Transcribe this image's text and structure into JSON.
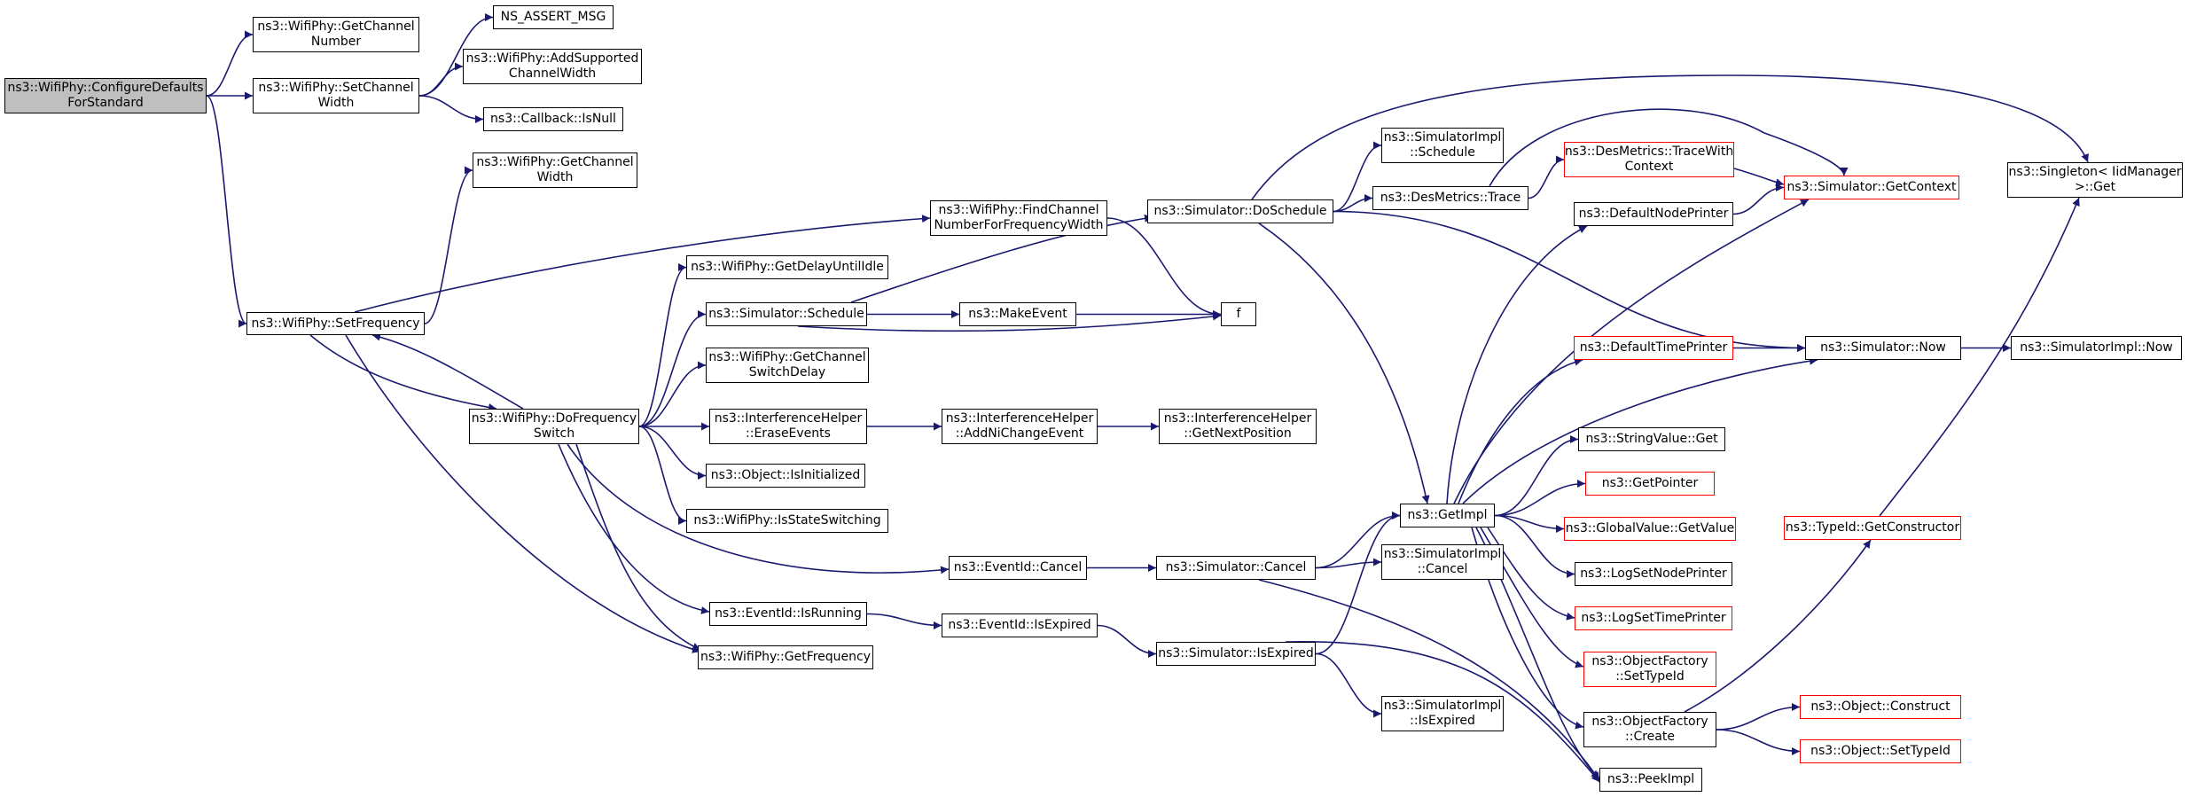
{
  "diagram": {
    "nodes": [
      {
        "id": "configure",
        "lines": [
          "ns3::WifiPhy::ConfigureDefaults",
          "ForStandard"
        ],
        "style": "root"
      },
      {
        "id": "getchnum",
        "lines": [
          "ns3::WifiPhy::GetChannel",
          "Number"
        ],
        "style": "normal"
      },
      {
        "id": "setchw",
        "lines": [
          "ns3::WifiPhy::SetChannel",
          "Width"
        ],
        "style": "normal"
      },
      {
        "id": "assert",
        "lines": [
          "NS_ASSERT_MSG"
        ],
        "style": "normal"
      },
      {
        "id": "addsup",
        "lines": [
          "ns3::WifiPhy::AddSupported",
          "ChannelWidth"
        ],
        "style": "normal"
      },
      {
        "id": "cbnull",
        "lines": [
          "ns3::Callback::IsNull"
        ],
        "style": "normal"
      },
      {
        "id": "getchw",
        "lines": [
          "ns3::WifiPhy::GetChannel",
          "Width"
        ],
        "style": "normal"
      },
      {
        "id": "setfreq",
        "lines": [
          "ns3::WifiPhy::SetFrequency"
        ],
        "style": "normal"
      },
      {
        "id": "findch",
        "lines": [
          "ns3::WifiPhy::FindChannel",
          "NumberForFrequencyWidth"
        ],
        "style": "normal"
      },
      {
        "id": "getdelay",
        "lines": [
          "ns3::WifiPhy::GetDelayUntilIdle"
        ],
        "style": "normal"
      },
      {
        "id": "simsched",
        "lines": [
          "ns3::Simulator::Schedule"
        ],
        "style": "normal"
      },
      {
        "id": "makeevent",
        "lines": [
          "ns3::MakeEvent"
        ],
        "style": "normal"
      },
      {
        "id": "f",
        "lines": [
          "f"
        ],
        "style": "normal"
      },
      {
        "id": "doschedule",
        "lines": [
          "ns3::Simulator::DoSchedule"
        ],
        "style": "normal"
      },
      {
        "id": "simimplsched",
        "lines": [
          "ns3::SimulatorImpl",
          "::Schedule"
        ],
        "style": "normal"
      },
      {
        "id": "destrace",
        "lines": [
          "ns3::DesMetrics::Trace"
        ],
        "style": "normal"
      },
      {
        "id": "destracectx",
        "lines": [
          "ns3::DesMetrics::TraceWith",
          "Context"
        ],
        "style": "red"
      },
      {
        "id": "getctx",
        "lines": [
          "ns3::Simulator::GetContext"
        ],
        "style": "red"
      },
      {
        "id": "singleton",
        "lines": [
          "ns3::Singleton< IidManager",
          ">::Get"
        ],
        "style": "normal"
      },
      {
        "id": "defnode",
        "lines": [
          "ns3::DefaultNodePrinter"
        ],
        "style": "normal"
      },
      {
        "id": "getchsw",
        "lines": [
          "ns3::WifiPhy::GetChannel",
          "SwitchDelay"
        ],
        "style": "normal"
      },
      {
        "id": "dofreqsw",
        "lines": [
          "ns3::WifiPhy::DoFrequency",
          "Switch"
        ],
        "style": "normal"
      },
      {
        "id": "erase",
        "lines": [
          "ns3::InterferenceHelper",
          "::EraseEvents"
        ],
        "style": "normal"
      },
      {
        "id": "addni",
        "lines": [
          "ns3::InterferenceHelper",
          "::AddNiChangeEvent"
        ],
        "style": "normal"
      },
      {
        "id": "getnext",
        "lines": [
          "ns3::InterferenceHelper",
          "::GetNextPosition"
        ],
        "style": "normal"
      },
      {
        "id": "deftime",
        "lines": [
          "ns3::DefaultTimePrinter"
        ],
        "style": "red"
      },
      {
        "id": "simnow",
        "lines": [
          "ns3::Simulator::Now"
        ],
        "style": "normal"
      },
      {
        "id": "simimplnow",
        "lines": [
          "ns3::SimulatorImpl::Now"
        ],
        "style": "normal"
      },
      {
        "id": "objinit",
        "lines": [
          "ns3::Object::IsInitialized"
        ],
        "style": "normal"
      },
      {
        "id": "strget",
        "lines": [
          "ns3::StringValue::Get"
        ],
        "style": "normal"
      },
      {
        "id": "getimpl",
        "lines": [
          "ns3::GetImpl"
        ],
        "style": "normal"
      },
      {
        "id": "getptr",
        "lines": [
          "ns3::GetPointer"
        ],
        "style": "red"
      },
      {
        "id": "stsw",
        "lines": [
          "ns3::WifiPhy::IsStateSwitching"
        ],
        "style": "normal"
      },
      {
        "id": "gvget",
        "lines": [
          "ns3::GlobalValue::GetValue"
        ],
        "style": "red"
      },
      {
        "id": "getctor",
        "lines": [
          "ns3::TypeId::GetConstructor"
        ],
        "style": "red"
      },
      {
        "id": "evcancel",
        "lines": [
          "ns3::EventId::Cancel"
        ],
        "style": "normal"
      },
      {
        "id": "simcancel",
        "lines": [
          "ns3::Simulator::Cancel"
        ],
        "style": "normal"
      },
      {
        "id": "simimplcancel",
        "lines": [
          "ns3::SimulatorImpl",
          "::Cancel"
        ],
        "style": "normal"
      },
      {
        "id": "lognode",
        "lines": [
          "ns3::LogSetNodePrinter"
        ],
        "style": "normal"
      },
      {
        "id": "evrunning",
        "lines": [
          "ns3::EventId::IsRunning"
        ],
        "style": "normal"
      },
      {
        "id": "logtime",
        "lines": [
          "ns3::LogSetTimePrinter"
        ],
        "style": "red"
      },
      {
        "id": "evexpired",
        "lines": [
          "ns3::EventId::IsExpired"
        ],
        "style": "normal"
      },
      {
        "id": "getfreq",
        "lines": [
          "ns3::WifiPhy::GetFrequency"
        ],
        "style": "normal"
      },
      {
        "id": "simexpired",
        "lines": [
          "ns3::Simulator::IsExpired"
        ],
        "style": "normal"
      },
      {
        "id": "ofsettype",
        "lines": [
          "ns3::ObjectFactory",
          "::SetTypeId"
        ],
        "style": "red"
      },
      {
        "id": "simimplexp",
        "lines": [
          "ns3::SimulatorImpl",
          "::IsExpired"
        ],
        "style": "normal"
      },
      {
        "id": "ofcreate",
        "lines": [
          "ns3::ObjectFactory",
          "::Create"
        ],
        "style": "normal"
      },
      {
        "id": "objconstruct",
        "lines": [
          "ns3::Object::Construct"
        ],
        "style": "red"
      },
      {
        "id": "objsettype",
        "lines": [
          "ns3::Object::SetTypeId"
        ],
        "style": "red"
      },
      {
        "id": "peekimpl",
        "lines": [
          "ns3::PeekImpl"
        ],
        "style": "normal"
      }
    ],
    "edges": [
      [
        "configure",
        "getchnum"
      ],
      [
        "configure",
        "setchw"
      ],
      [
        "configure",
        "setfreq"
      ],
      [
        "setchw",
        "assert"
      ],
      [
        "setchw",
        "addsup"
      ],
      [
        "setchw",
        "cbnull"
      ],
      [
        "setfreq",
        "getchw"
      ],
      [
        "setfreq",
        "findch"
      ],
      [
        "setfreq",
        "dofreqsw"
      ],
      [
        "setfreq",
        "getfreq"
      ],
      [
        "dofreqsw",
        "setfreq"
      ],
      [
        "dofreqsw",
        "getdelay"
      ],
      [
        "dofreqsw",
        "simsched"
      ],
      [
        "dofreqsw",
        "getchsw"
      ],
      [
        "dofreqsw",
        "erase"
      ],
      [
        "dofreqsw",
        "objinit"
      ],
      [
        "dofreqsw",
        "stsw"
      ],
      [
        "dofreqsw",
        "evcancel"
      ],
      [
        "dofreqsw",
        "evrunning"
      ],
      [
        "dofreqsw",
        "getfreq"
      ],
      [
        "findch",
        "f"
      ],
      [
        "simsched",
        "makeevent"
      ],
      [
        "simsched",
        "f"
      ],
      [
        "simsched",
        "doschedule"
      ],
      [
        "makeevent",
        "f"
      ],
      [
        "doschedule",
        "simimplsched"
      ],
      [
        "doschedule",
        "destrace"
      ],
      [
        "doschedule",
        "singleton"
      ],
      [
        "doschedule",
        "simnow"
      ],
      [
        "doschedule",
        "getimpl"
      ],
      [
        "destrace",
        "destracectx"
      ],
      [
        "destrace",
        "getctx"
      ],
      [
        "destracectx",
        "getctx"
      ],
      [
        "erase",
        "addni"
      ],
      [
        "addni",
        "getnext"
      ],
      [
        "getimpl",
        "defnode"
      ],
      [
        "getimpl",
        "getctx"
      ],
      [
        "getimpl",
        "deftime"
      ],
      [
        "getimpl",
        "simnow"
      ],
      [
        "getimpl",
        "strget"
      ],
      [
        "getimpl",
        "getptr"
      ],
      [
        "getimpl",
        "gvget"
      ],
      [
        "getimpl",
        "lognode"
      ],
      [
        "getimpl",
        "logtime"
      ],
      [
        "getimpl",
        "ofsettype"
      ],
      [
        "getimpl",
        "ofcreate"
      ],
      [
        "getimpl",
        "peekimpl"
      ],
      [
        "defnode",
        "getctx"
      ],
      [
        "deftime",
        "simnow"
      ],
      [
        "simnow",
        "simimplnow"
      ],
      [
        "evcancel",
        "simcancel"
      ],
      [
        "simcancel",
        "getimpl"
      ],
      [
        "simcancel",
        "simimplcancel"
      ],
      [
        "simcancel",
        "peekimpl"
      ],
      [
        "evrunning",
        "evexpired"
      ],
      [
        "evexpired",
        "simexpired"
      ],
      [
        "simexpired",
        "getimpl"
      ],
      [
        "simexpired",
        "simimplexp"
      ],
      [
        "simexpired",
        "peekimpl"
      ],
      [
        "ofcreate",
        "getctor"
      ],
      [
        "ofcreate",
        "objconstruct"
      ],
      [
        "ofcreate",
        "objsettype"
      ],
      [
        "getctor",
        "singleton"
      ]
    ],
    "colors": {
      "edge": "#191970",
      "border": "#000000",
      "highlight_border": "#ff0000",
      "root_fill": "#bfbfbf"
    }
  }
}
